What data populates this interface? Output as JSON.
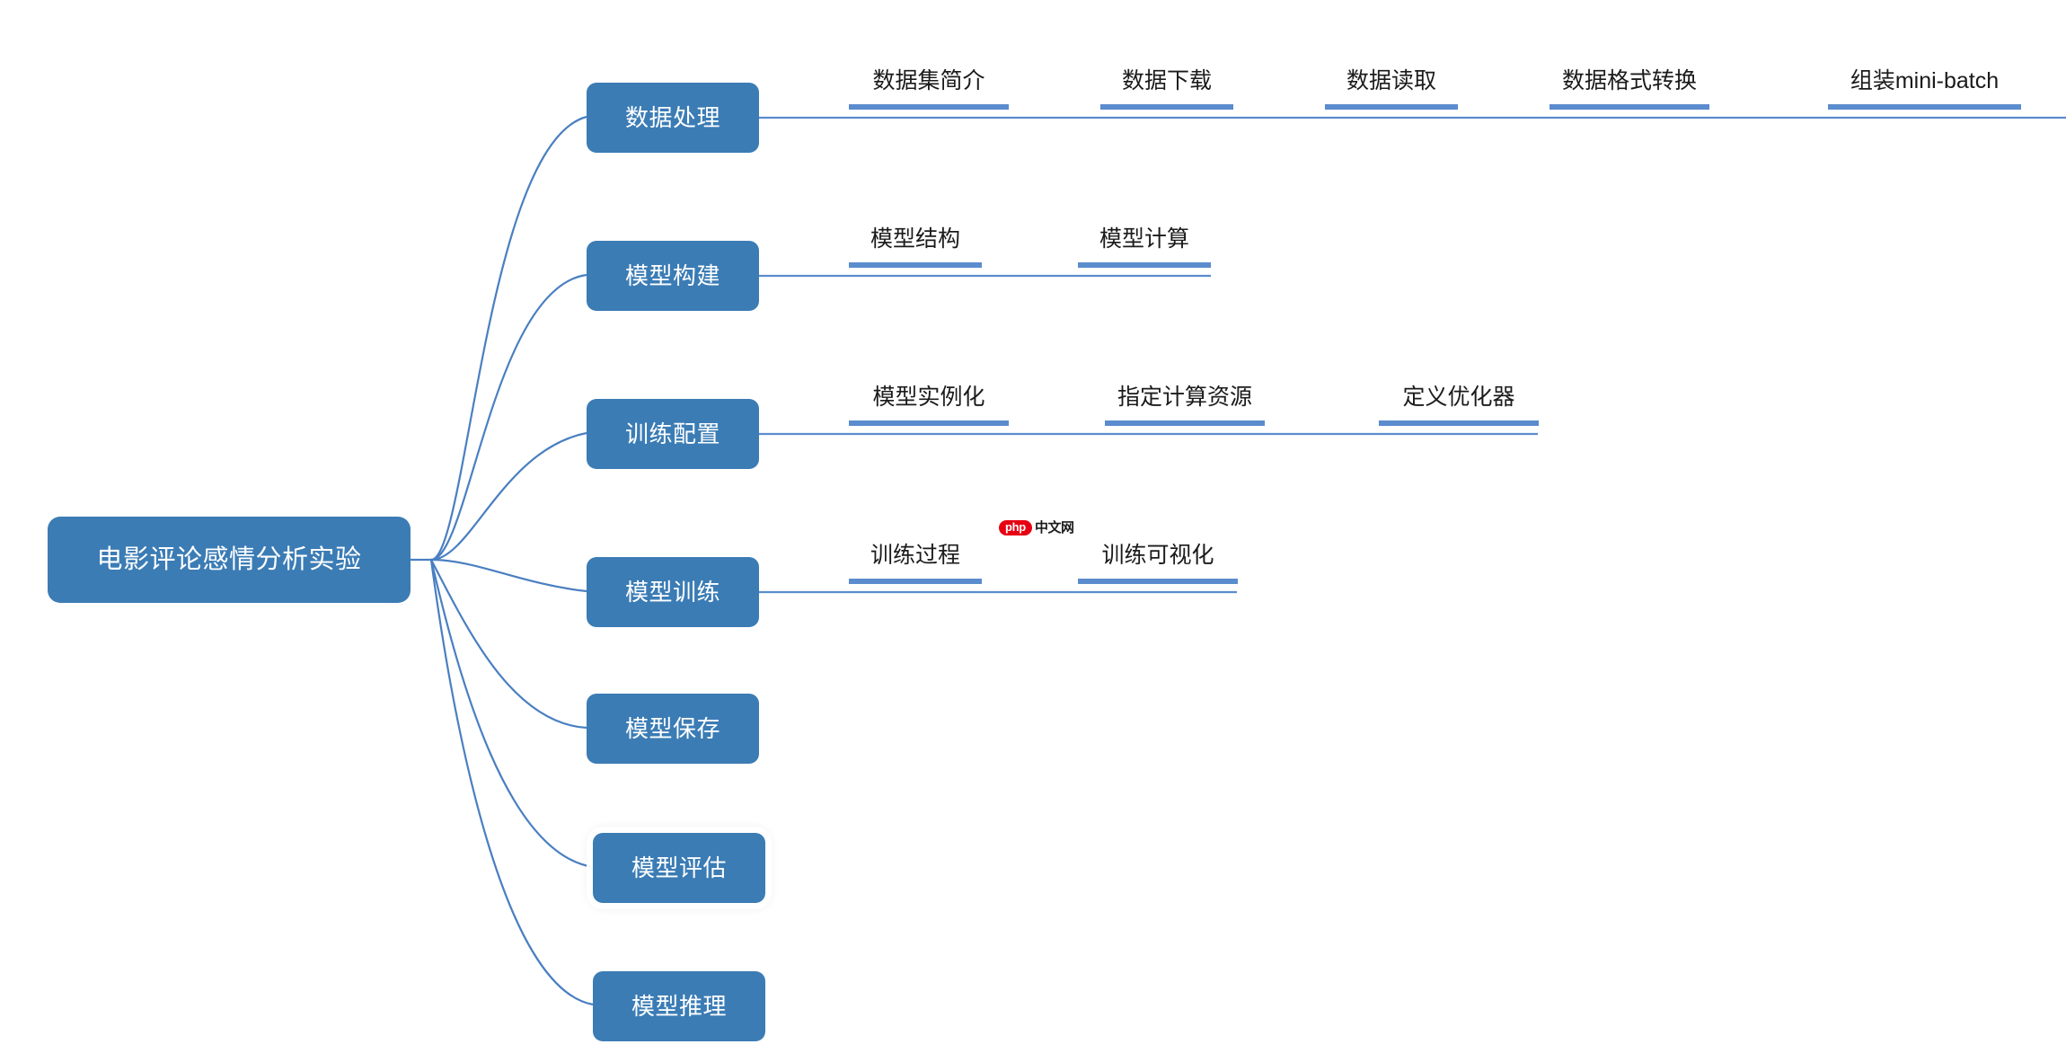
{
  "title": "电影评论感情分析实验",
  "colors": {
    "node_fill": "#3b7cb5",
    "node_text": "#ffffff",
    "underline": "#5b8ccd",
    "edge": "#4a7fc1",
    "leaf_text": "#1b1b1b",
    "background": "#ffffff",
    "watermark_badge": "#e60012"
  },
  "root": {
    "label": "电影评论感情分析实验"
  },
  "branches": [
    {
      "id": "data-processing",
      "label": "数据处理",
      "children": [
        {
          "label": "数据集简介"
        },
        {
          "label": "数据下载"
        },
        {
          "label": "数据读取"
        },
        {
          "label": "数据格式转换"
        },
        {
          "label": "组装mini-batch"
        }
      ]
    },
    {
      "id": "model-building",
      "label": "模型构建",
      "children": [
        {
          "label": "模型结构"
        },
        {
          "label": "模型计算"
        }
      ]
    },
    {
      "id": "training-config",
      "label": "训练配置",
      "children": [
        {
          "label": "模型实例化"
        },
        {
          "label": "指定计算资源"
        },
        {
          "label": "定义优化器"
        }
      ]
    },
    {
      "id": "model-training",
      "label": "模型训练",
      "children": [
        {
          "label": "训练过程"
        },
        {
          "label": "训练可视化"
        }
      ]
    },
    {
      "id": "model-saving",
      "label": "模型保存",
      "children": []
    },
    {
      "id": "model-evaluation",
      "label": "模型评估",
      "children": []
    },
    {
      "id": "model-inference",
      "label": "模型推理",
      "children": []
    }
  ],
  "watermark": {
    "badge_text": "php",
    "suffix_text": "中文网"
  }
}
